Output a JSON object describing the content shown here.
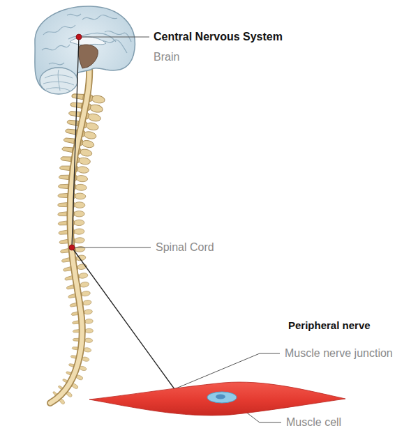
{
  "diagram": {
    "labels": [
      "Central Nervous System",
      "Brain",
      "Spinal Cord",
      "Peripheral nerve",
      "Muscle nerve junction",
      "Muscle cell"
    ]
  }
}
